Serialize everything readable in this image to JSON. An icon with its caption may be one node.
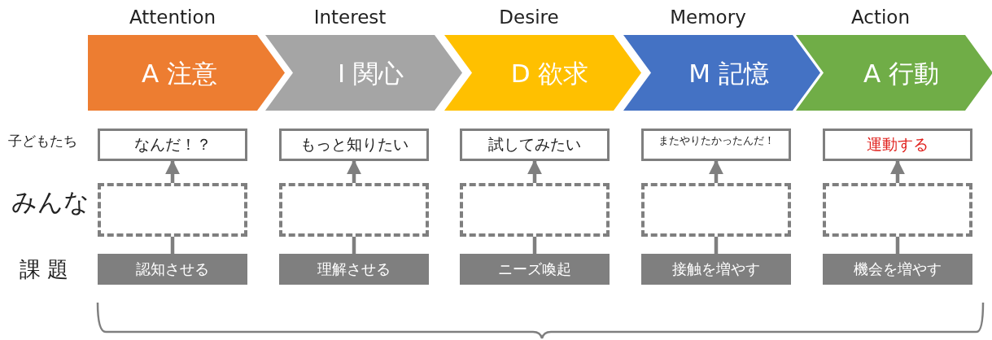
{
  "diagram": {
    "nodes": [
      {
        "text": [
          "Attention",
          "A 注意"
        ]
      },
      {
        "text": [
          "Interest",
          "I 関心"
        ]
      },
      {
        "text": [
          "Desire",
          "D 欲求"
        ]
      },
      {
        "text": [
          "Memory",
          "M 記憶"
        ]
      },
      {
        "text": [
          "Action",
          "A 行動"
        ]
      },
      {
        "text": [
          "なんだ！？"
        ]
      },
      {
        "text": [
          "もっと知りたい"
        ]
      },
      {
        "text": [
          "試してみたい"
        ]
      },
      {
        "text": [
          "またやりたかったんだ！"
        ]
      },
      {
        "text": [
          "運動する"
        ]
      },
      {
        "text": [],
        "shape": "box"
      },
      {
        "text": [],
        "shape": "box"
      },
      {
        "text": [],
        "shape": "box"
      },
      {
        "text": [],
        "shape": "box"
      },
      {
        "text": [],
        "shape": "box"
      },
      {
        "text": [
          "認知させる"
        ]
      },
      {
        "text": [
          "理解させる"
        ]
      },
      {
        "text": [
          "ニーズ喚起"
        ]
      },
      {
        "text": [
          "接触を増やす"
        ]
      },
      {
        "text": [
          "機会を増やす"
        ]
      }
    ],
    "edges": [
      {
        "from": 15,
        "to": 10,
        "arrow": "none"
      },
      {
        "from": 10,
        "to": 5,
        "arrow": "to"
      },
      {
        "from": 16,
        "to": 11,
        "arrow": "none"
      },
      {
        "from": 11,
        "to": 6,
        "arrow": "to"
      },
      {
        "from": 17,
        "to": 12,
        "arrow": "none"
      },
      {
        "from": 12,
        "to": 7,
        "arrow": "to"
      },
      {
        "from": 18,
        "to": 13,
        "arrow": "none"
      },
      {
        "from": 13,
        "to": 8,
        "arrow": "to"
      },
      {
        "from": 19,
        "to": 14,
        "arrow": "none"
      },
      {
        "from": 14,
        "to": 9,
        "arrow": "to"
      }
    ],
    "labels": [
      "子どもたち",
      "みんな",
      "課 題"
    ]
  }
}
